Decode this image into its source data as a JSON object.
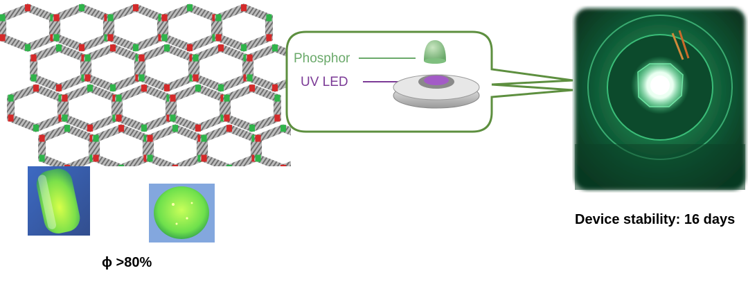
{
  "figure": {
    "quantum_yield_text": "ϕ >80%",
    "inset": {
      "phosphor_label": "Phosphor",
      "uv_led_label": "UV LED"
    },
    "device_stability_text": "Device stability: 16 days"
  },
  "colors": {
    "phosphor_green": "#6aa96a",
    "uv_purple": "#7b3a96",
    "bubble_border": "#5d8f3f",
    "glow_green": "#3ddc84",
    "framework_red": "#d42a2a",
    "framework_green": "#2fb44a",
    "framework_grey": "#8c8c8c"
  },
  "icons": [
    "mof-framework-illustration",
    "crystal-tube-photo",
    "crystal-disc-photo",
    "led-device-illustration",
    "glowing-led-photo"
  ]
}
